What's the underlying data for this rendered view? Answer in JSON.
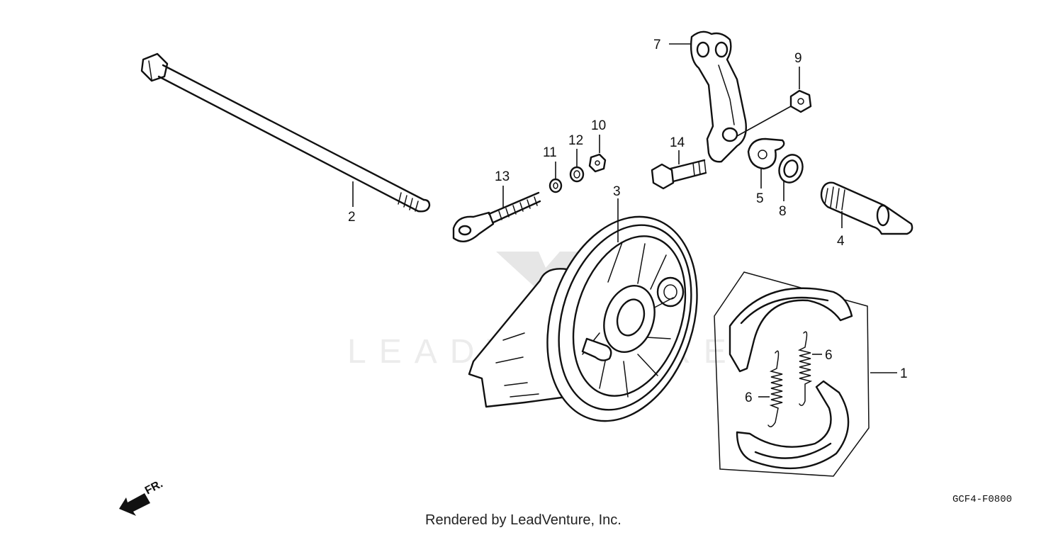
{
  "diagram": {
    "callouts": {
      "c1": "1",
      "c2": "2",
      "c3": "3",
      "c4": "4",
      "c5": "5",
      "c6a": "6",
      "c6b": "6",
      "c7": "7",
      "c8": "8",
      "c9": "9",
      "c10": "10",
      "c11": "11",
      "c12": "12",
      "c13": "13",
      "c14": "14"
    },
    "direction_label": "FR.",
    "figure_code": "GCF4-F0800",
    "credit": "Rendered by LeadVenture, Inc.",
    "watermark": "LEADVENTURE"
  }
}
